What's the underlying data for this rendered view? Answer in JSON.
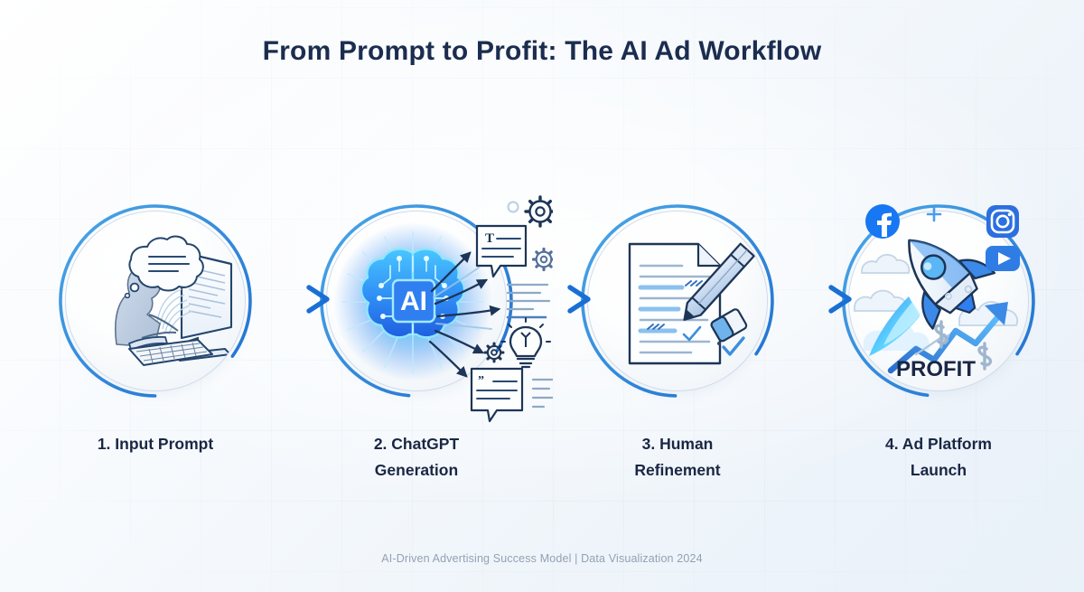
{
  "header": {
    "title": "From Prompt to Profit: The AI Ad Workflow"
  },
  "footer": {
    "caption": "AI-Driven Advertising Success Model | Data Visualization 2024"
  },
  "colors": {
    "title_text": "#1b2d4f",
    "label_text": "#1a2744",
    "footer_text": "#93a1b4",
    "ring_blue": "#2176d8",
    "arrow_cyan": "#32c3ef",
    "arrow_blue": "#1a6fd4",
    "brain_glow": "#22a9f7",
    "brain_core": "#1d6ef0",
    "background": "#fbfcfe",
    "facebook": "#1877f2",
    "instagram": "#2b6fe0",
    "youtube": "#2f7ce5",
    "ink": "#1d3557"
  },
  "flow": {
    "steps": [
      {
        "number": "1.",
        "label": "1. Input Prompt",
        "icon": "person-typing-at-computer-icon",
        "art_elements": [
          "person-silhouette",
          "thought-bubble",
          "keyboard",
          "monitor",
          "text-stream"
        ]
      },
      {
        "number": "2.",
        "label": "2. ChatGPT\nGeneration",
        "icon": "ai-brain-chip-icon",
        "chip_text": "AI",
        "art_elements": [
          "glowing-brain",
          "ai-chip",
          "radiating-arrows",
          "gear-icon",
          "speech-bubble-icon",
          "lightbulb-icon",
          "text-lines"
        ]
      },
      {
        "number": "3.",
        "label": "3. Human\nRefinement",
        "icon": "document-with-pencil-icon",
        "art_elements": [
          "document-page",
          "pencil",
          "eraser",
          "checkmark",
          "highlighted-lines"
        ]
      },
      {
        "number": "4.",
        "label": "4. Ad Platform\nLaunch",
        "icon": "rocket-launch-icon",
        "profit_text": "PROFIT",
        "art_elements": [
          "rocket",
          "facebook-icon",
          "instagram-icon",
          "youtube-icon",
          "cloud-icon",
          "growth-arrow",
          "dollar-sign"
        ]
      }
    ],
    "connectors": [
      {
        "name": "arrow-step1-to-step2"
      },
      {
        "name": "arrow-step2-to-step3"
      },
      {
        "name": "arrow-step3-to-step4"
      }
    ]
  }
}
